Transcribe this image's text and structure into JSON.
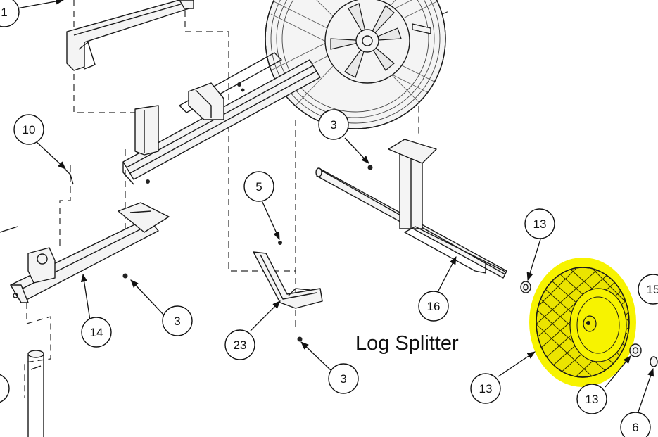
{
  "caption": "Log Splitter",
  "highlight_color": "#f7f300",
  "callouts": [
    {
      "id": "c1",
      "label": "1"
    },
    {
      "id": "c10",
      "label": "10"
    },
    {
      "id": "c3a",
      "label": "3"
    },
    {
      "id": "c5",
      "label": "5"
    },
    {
      "id": "c13a",
      "label": "13"
    },
    {
      "id": "c15",
      "label": "15"
    },
    {
      "id": "c14",
      "label": "14"
    },
    {
      "id": "c3b",
      "label": "3"
    },
    {
      "id": "c16",
      "label": "16"
    },
    {
      "id": "c23",
      "label": "23"
    },
    {
      "id": "c3c",
      "label": "3"
    },
    {
      "id": "c13b",
      "label": "13"
    },
    {
      "id": "c13c",
      "label": "13"
    },
    {
      "id": "c6",
      "label": "6"
    }
  ]
}
